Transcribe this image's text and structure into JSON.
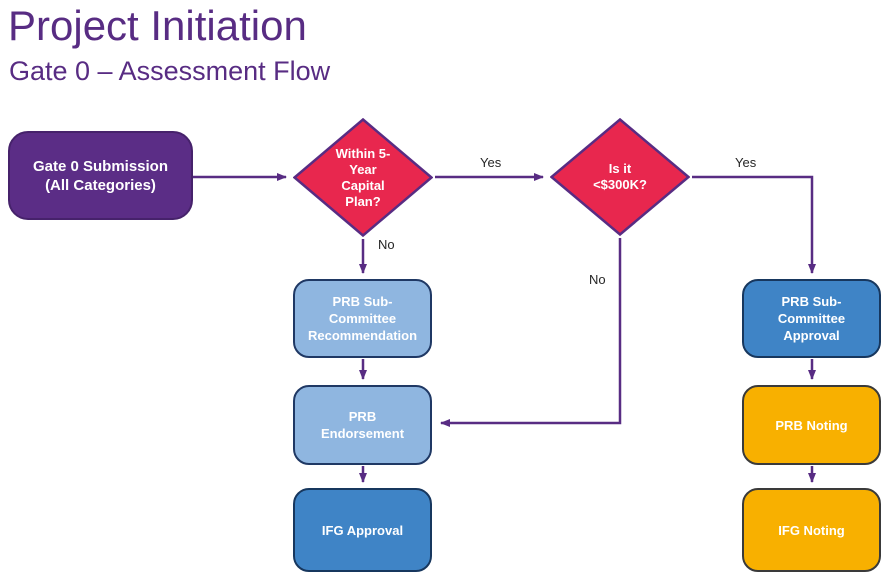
{
  "header": {
    "title": "Project Initiation",
    "subtitle": "Gate 0 – Assessment Flow"
  },
  "nodes": {
    "start": "Gate 0 Submission (All Categories)",
    "decision_capital_plan": "Within 5-Year Capital Plan?",
    "decision_under_300k": "Is it <$300K?",
    "prb_sub_committee_recommendation": "PRB Sub-Committee Recommendation",
    "prb_endorsement": "PRB Endorsement",
    "ifg_approval": "IFG Approval",
    "prb_sub_committee_approval": "PRB Sub-Committee Approval",
    "prb_noting": "PRB Noting",
    "ifg_noting": "IFG Noting"
  },
  "edge_labels": {
    "capital_plan_yes": "Yes",
    "capital_plan_no": "No",
    "under_300k_yes": "Yes",
    "under_300k_no": "No"
  },
  "colors": {
    "title_purple": "#582C83",
    "start_fill": "#5B2D86",
    "decision_fill": "#E8274E",
    "light_blue_fill": "#8FB6E0",
    "medium_blue_fill": "#3F84C6",
    "orange_fill": "#F8B000",
    "blue_border": "#1F3864",
    "connector_purple": "#582C83"
  }
}
